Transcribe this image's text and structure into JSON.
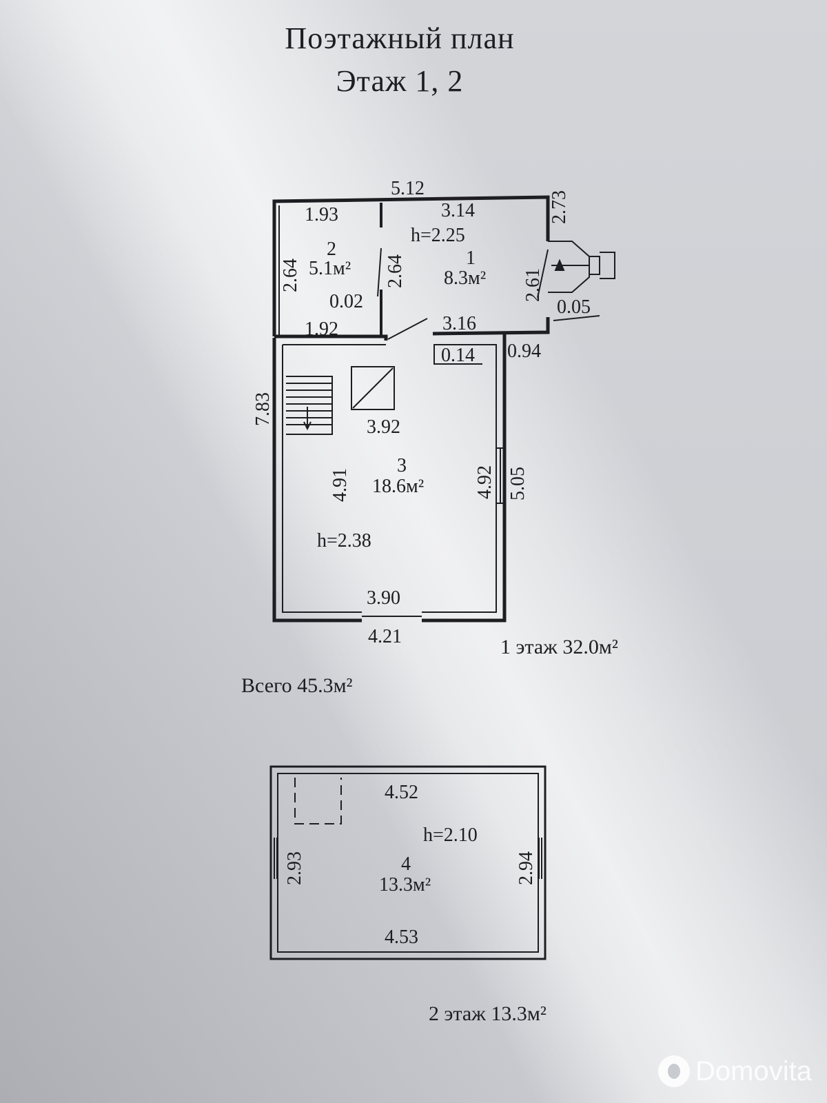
{
  "title": "Поэтажный план",
  "subtitle": "Этаж 1, 2",
  "dims": {
    "d512": "5.12",
    "d193": "1.93",
    "d314": "3.14",
    "d273": "2.73",
    "h225": "h=2.25",
    "r2": "2",
    "a51": "5.1м²",
    "r1": "1",
    "a83": "8.3м²",
    "d264a": "2.64",
    "d264b": "2.64",
    "d261": "2.61",
    "d002": "0.02",
    "d005": "0.05",
    "d192": "1.92",
    "d316": "3.16",
    "d014": "0.14",
    "d094": "0.94",
    "d783": "7.83",
    "d392": "3.92",
    "r3": "3",
    "a186": "18.6м²",
    "d491": "4.91",
    "d492": "4.92",
    "d505": "5.05",
    "h238": "h=2.38",
    "d390": "3.90",
    "d421": "4.21",
    "d452": "4.52",
    "h210": "h=2.10",
    "r4": "4",
    "a133": "13.3м²",
    "d293": "2.93",
    "d294": "2.94",
    "d453": "4.53"
  },
  "floor1_total": "1 этаж   32.0м²",
  "total": "Всего  45.3м²",
  "floor2_total": "2 этаж   13.3м²",
  "logo": "Domovita"
}
